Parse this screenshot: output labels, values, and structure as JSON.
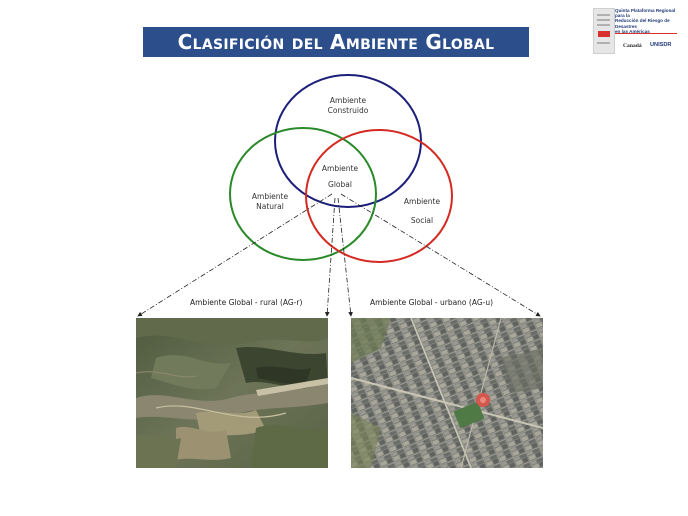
{
  "title": "Clasifición del Ambiente Global",
  "logo": {
    "org_lines": [
      "Quinta Plataforma Regional para la",
      "Reducción del Riesgo de Desastres",
      "en las Américas"
    ],
    "sponsor_left": "Canadá",
    "sponsor_right": "UNISDR"
  },
  "diagram": {
    "circles": [
      {
        "name": "Ambiente Construido",
        "label_line1": "Ambiente",
        "label_line2": "Construido",
        "color": "#1c1f7a"
      },
      {
        "name": "Ambiente Natural",
        "label_line1": "Ambiente",
        "label_line2": "Natural",
        "color": "#2a8a2a"
      },
      {
        "name": "Ambiente Social",
        "label_line1": "Ambiente",
        "label_line2": "Social",
        "color": "#d42a22"
      }
    ],
    "center_label_line1": "Ambiente",
    "center_label_line2": "Global"
  },
  "photos": [
    {
      "caption": "Ambiente Global - rural (AG-r)"
    },
    {
      "caption": "Ambiente Global - urbano (AG-u)"
    }
  ]
}
